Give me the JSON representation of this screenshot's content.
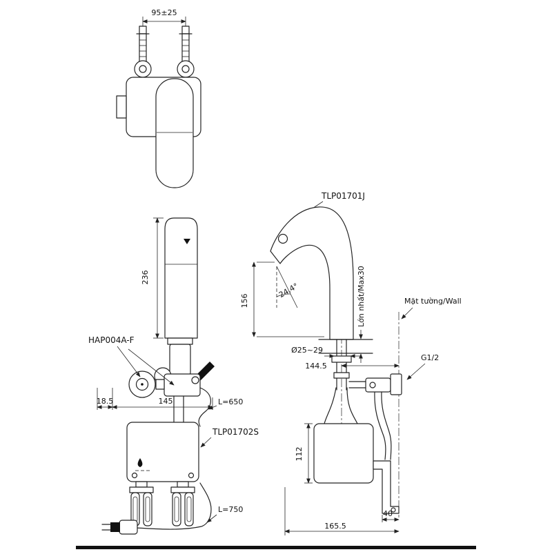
{
  "diagram": {
    "parts": {
      "spout_model": "TLP01701J",
      "controller_model": "TLP01702S",
      "valve_model": "HAP004A-F"
    },
    "dims": {
      "top_span": "95±25",
      "column_height": "236",
      "offset_left": "18.5",
      "base_width": "145",
      "hose_upper": "L=650",
      "cord": "L=750",
      "spout_drop": "156",
      "angle": "24.4°",
      "deck_max": "Lớn nhất/Max30",
      "wall": "Mặt tường/Wall",
      "hole_dia": "Ø25~29",
      "center_to_wall": "144.5",
      "thread": "G1/2",
      "box_height": "112",
      "bracket_offset": "40",
      "depth": "165.5"
    }
  }
}
